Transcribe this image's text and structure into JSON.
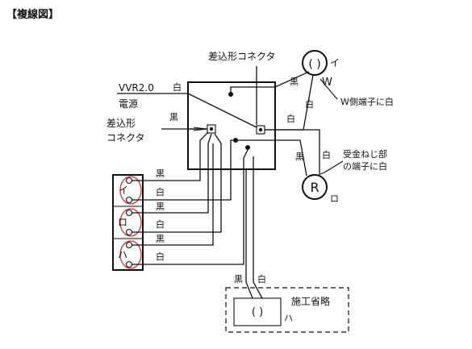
{
  "heading": "【複線図】",
  "labels": {
    "connector_top": "差込形コネクタ",
    "connector_left_1": "差込形",
    "connector_left_2": "コネクタ",
    "cable": "VVR2.0",
    "power": "電源",
    "note_w": "W側端子に白",
    "note_r_1": "受金ねじ部",
    "note_r_2": "の端子に白",
    "omitted": "施工省略"
  },
  "letters": {
    "w": "W",
    "i": "イ",
    "ro": "ロ",
    "ha": "ハ",
    "r": "R",
    "paren": "( )"
  },
  "wire_labels": {
    "black": "黒",
    "white": "白"
  },
  "colors": {
    "line": "#111111",
    "switch_highlight": "#dd2222"
  }
}
